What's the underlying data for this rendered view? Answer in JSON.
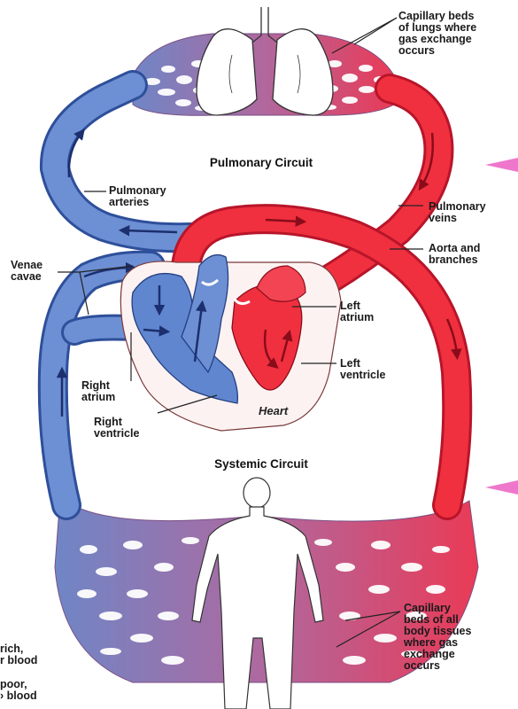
{
  "circuits": {
    "pulmonary": "Pulmonary Circuit",
    "systemic": "Systemic Circuit"
  },
  "labels": {
    "capillary_lungs": "Capillary beds\nof lungs where\ngas exchange\noccurs",
    "pulmonary_arteries": "Pulmonary\narteries",
    "pulmonary_veins": "Pulmonary\nveins",
    "aorta": "Aorta and\nbranches",
    "venae_cavae": "Venae\ncavae",
    "left_atrium": "Left\natrium",
    "left_ventricle": "Left\nventricle",
    "right_atrium": "Right\natrium",
    "right_ventricle": "Right\nventricle",
    "heart": "Heart",
    "capillary_body": "Capillary\nbeds of all\nbody tissues\nwhere gas\nexchange\noccurs"
  },
  "legend": {
    "oxygen_rich": "rich,\nr blood",
    "oxygen_poor": "poor,\n› blood"
  },
  "colors": {
    "oxygen_rich": "#ee2a3c",
    "oxygen_poor": "#5a82c8",
    "arrow": "#1c2f6e",
    "pointer": "#ee77cc"
  }
}
